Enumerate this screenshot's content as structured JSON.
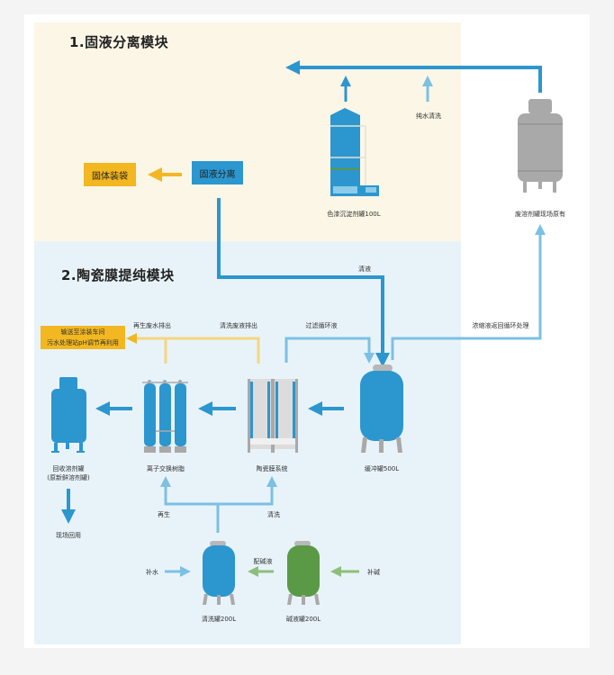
{
  "colors": {
    "main_blue": "#2c96cf",
    "light_blue": "#7cc0e3",
    "yellow": "#f2b721",
    "pale_yellow_line": "#f5d67f",
    "green": "#5a9a46",
    "light_green": "#8dbf7c",
    "gray": "#a9a9a9",
    "zone1_bg": "#fbf6e6",
    "zone2_bg": "#e8f3f9"
  },
  "module1": {
    "title": "1.固液分离模块",
    "solid_bagging": "固体装袋",
    "solid_liquid_separation": "固液分离",
    "precipitant_tank": "色漆沉淀剂罐100L",
    "pure_water_wash": "纯水清洗",
    "waste_solvent_tank": "废溶剂罐现场原有"
  },
  "module2": {
    "title": "2.陶瓷膜提纯模块",
    "clear_liquid": "清液",
    "regen_waste_discharge": "再生废水排出",
    "wash_waste_discharge": "清洗废液排出",
    "filter_circulation": "过滤循环液",
    "concentrate_return": "浓缩液返回循环处理",
    "transfer_box_line1": "输送至涂装车间",
    "transfer_box_line2": "污水处理站pH调节再利用",
    "recovery_tank_line1": "回收溶剂罐",
    "recovery_tank_line2": "(原新鲜溶剂罐)",
    "onsite_reuse": "现场回用",
    "ion_exchange": "离子交换树脂",
    "ceramic_membrane": "陶瓷膜系统",
    "buffer_tank": "缓冲罐500L",
    "regenerate": "再生",
    "wash": "清洗",
    "make_up_water": "补水",
    "alkali_prep": "配碱液",
    "make_up_alkali": "补碱",
    "wash_tank": "清洗罐200L",
    "alkali_tank": "碱液罐200L"
  }
}
